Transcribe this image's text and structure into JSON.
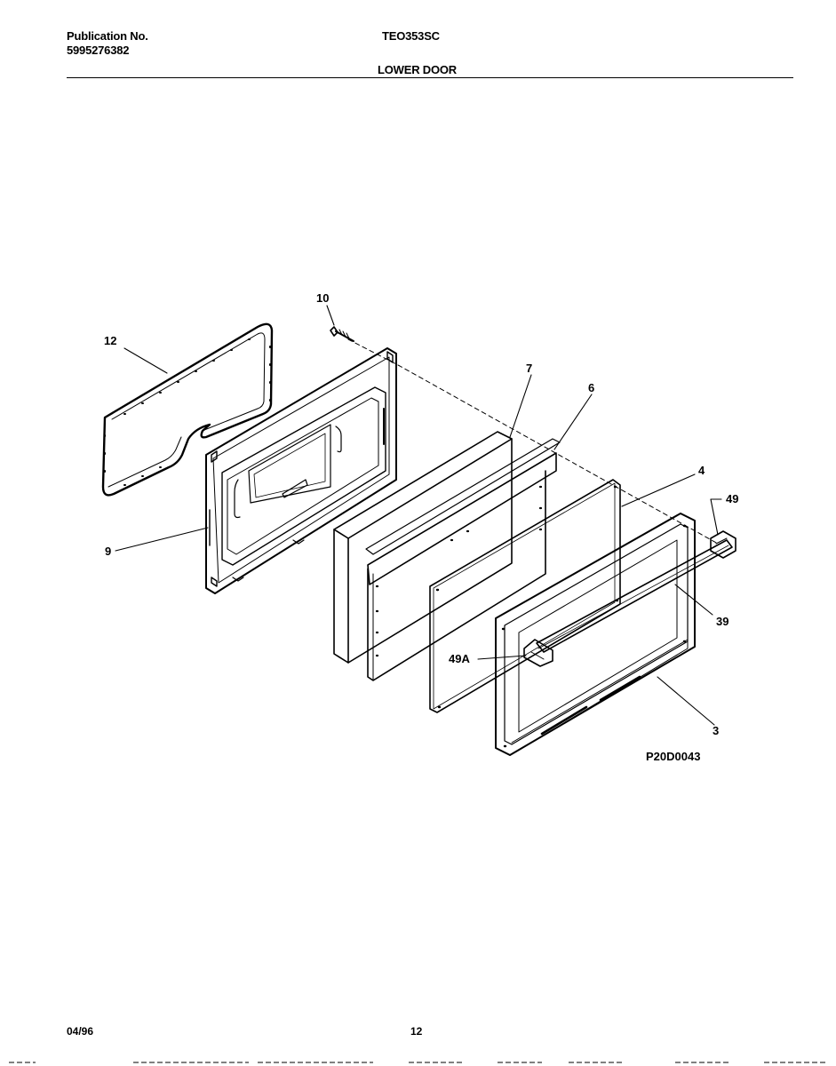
{
  "header": {
    "publication_label": "Publication No.",
    "publication_number": "5995276382",
    "model": "TEO353SC",
    "section_title": "LOWER DOOR"
  },
  "diagram": {
    "figure_id": "P20D0043",
    "callouts": {
      "c12": "12",
      "c10": "10",
      "c7": "7",
      "c6": "6",
      "c4": "4",
      "c49": "49",
      "c39": "39",
      "c49A": "49A",
      "c3": "3",
      "c9": "9"
    }
  },
  "footer": {
    "date": "04/96",
    "page_number": "12"
  }
}
